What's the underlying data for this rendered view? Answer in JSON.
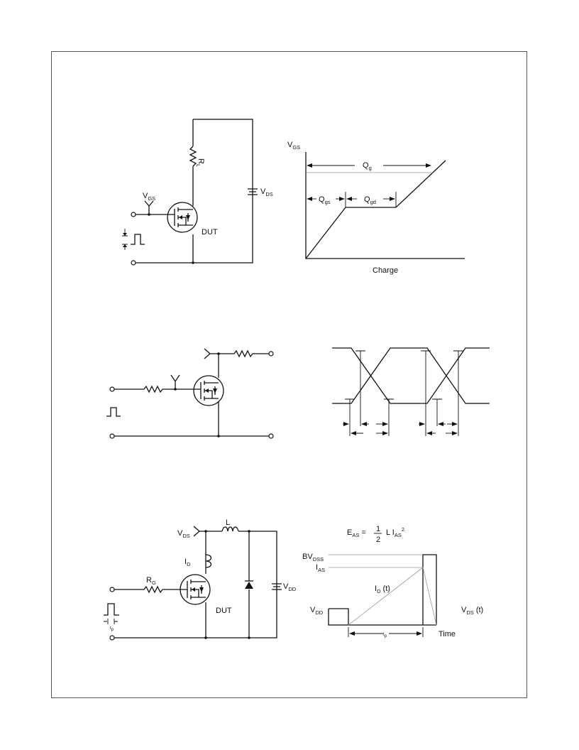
{
  "gate_charge_circuit": {
    "load_label": "R",
    "load_sub": "L",
    "vds_label": "V",
    "vds_sub": "DS",
    "vgs_label": "V",
    "vgs_sub": "GS",
    "dut_label": "DUT"
  },
  "gate_charge_waveform": {
    "y_axis_label": "V",
    "y_axis_sub": "GS",
    "x_axis_label": "Charge",
    "qg_label": "Q",
    "qg_sub": "g",
    "qgs_label": "Q",
    "qgs_sub": "gs",
    "qgd_label": "Q",
    "qgd_sub": "gd"
  },
  "avalanche_circuit": {
    "vds_label": "V",
    "vds_sub": "DS",
    "inductor_label": "L",
    "id_label": "I",
    "id_sub": "D",
    "rg_label": "R",
    "rg_sub": "G",
    "vdd_label": "V",
    "vdd_sub": "DD",
    "dut_label": "DUT",
    "tp_label": "t",
    "tp_sub": "p"
  },
  "avalanche_waveform": {
    "equation_prefix": "E",
    "equation_prefix_sub": "AS",
    "equation_equals": "=",
    "fraction_num": "1",
    "fraction_den": "2",
    "equation_l": "L I",
    "equation_l_sub": "AS",
    "equation_sup": "2",
    "bvdss_label": "BV",
    "bvdss_sub": "DSS",
    "ias_label": "I",
    "ias_sub": "AS",
    "id_t_label": "I",
    "id_t_sub": "D",
    "id_t_suffix": " (t)",
    "vdd_label": "V",
    "vdd_sub": "DD",
    "vds_t_label": "V",
    "vds_t_sub": "DS",
    "vds_t_suffix": " (t)",
    "tp_label": "t",
    "tp_sub": "p",
    "time_label": "Time"
  }
}
